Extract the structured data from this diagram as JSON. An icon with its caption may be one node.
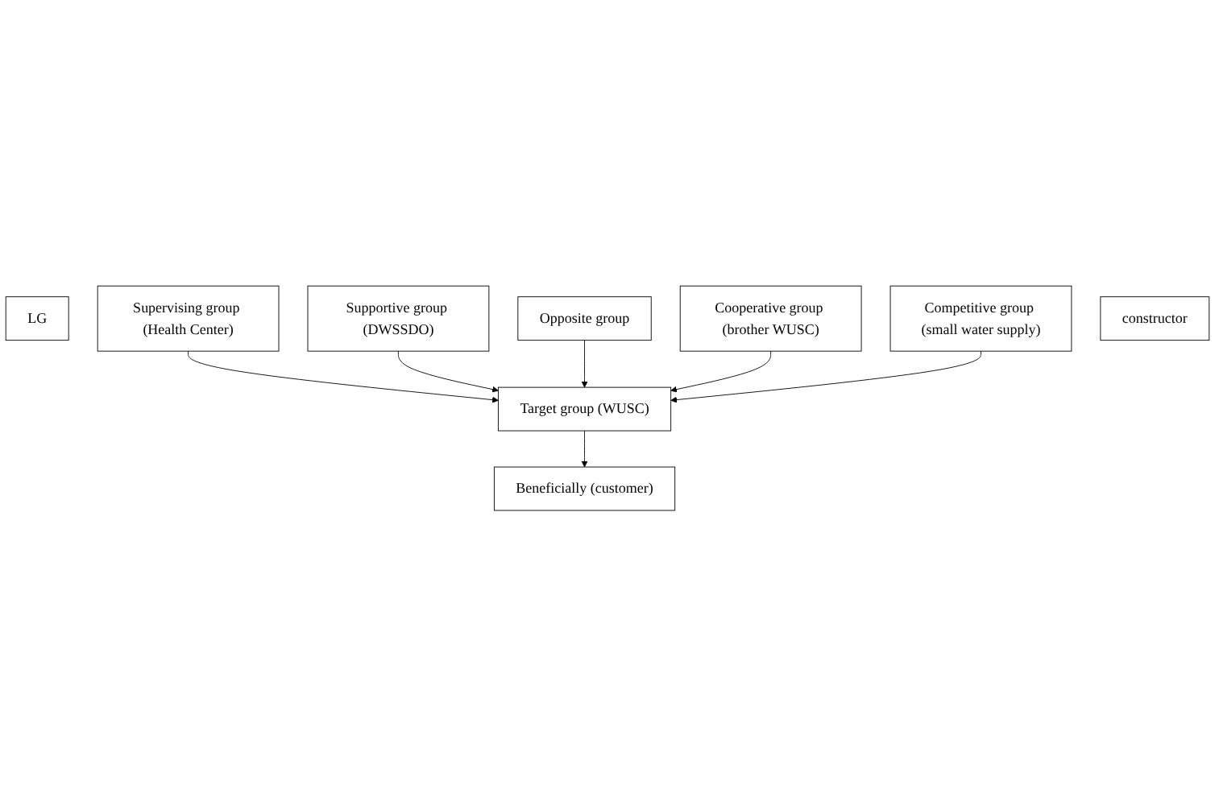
{
  "diagram": {
    "nodes": [
      {
        "text": [
          "LG"
        ]
      },
      {
        "text": [
          "Supervising group (Health Center)"
        ]
      },
      {
        "text": [
          "Supportive group (DWSSDO)"
        ]
      },
      {
        "text": [
          "Target group (WUSC)"
        ]
      },
      {
        "text": [
          "Opposite group"
        ]
      },
      {
        "text": [
          "Cooperative group (brother WUSC)"
        ]
      },
      {
        "text": [
          "Competitive group (small water supply)"
        ]
      },
      {
        "text": [
          "Beneficially (customer)"
        ]
      },
      {
        "text": [
          "constructor"
        ]
      }
    ],
    "edges": [
      {
        "from": 1,
        "to": 3,
        "arrow": "to"
      },
      {
        "from": 2,
        "to": 3,
        "arrow": "to"
      },
      {
        "from": 4,
        "to": 3,
        "arrow": "to"
      },
      {
        "from": 5,
        "to": 3,
        "arrow": "to"
      },
      {
        "from": 6,
        "to": 3,
        "arrow": "to"
      },
      {
        "from": 3,
        "to": 7,
        "arrow": "to"
      }
    ]
  }
}
